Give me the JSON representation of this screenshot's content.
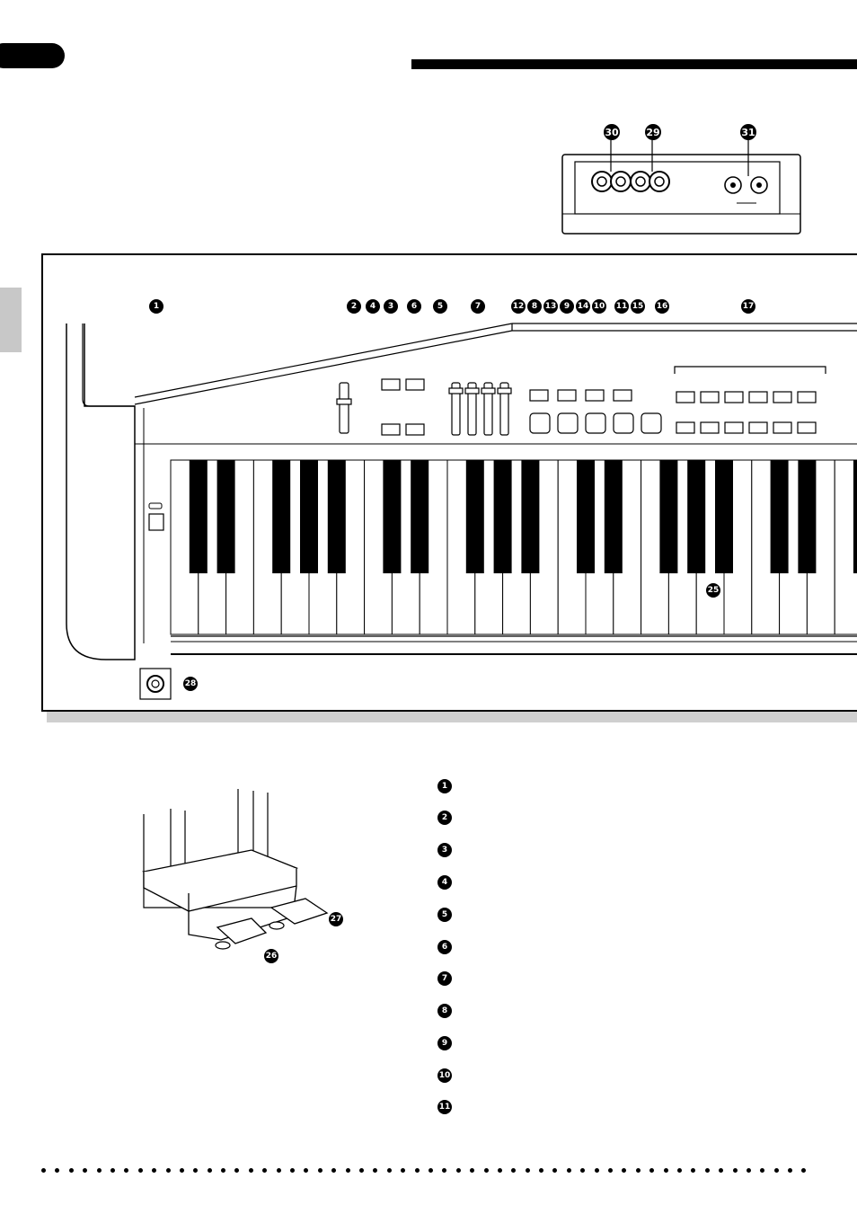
{
  "callouts": {
    "rear_panel": [
      "30",
      "29",
      "31"
    ],
    "keyboard_top": [
      "1",
      "2",
      "3",
      "4",
      "5",
      "6",
      "7",
      "12",
      "8",
      "13",
      "9",
      "14",
      "10",
      "11",
      "15",
      "16",
      "17"
    ],
    "keyboard_inner": [
      "25",
      "28"
    ],
    "pedals": [
      "26",
      "27"
    ]
  },
  "legend": [
    "1",
    "2",
    "3",
    "4",
    "5",
    "6",
    "7",
    "8",
    "9",
    "10",
    "11"
  ],
  "colors": {
    "ink": "#000000",
    "tab_gray": "#c8c8c8",
    "shadow_gray": "#cfcfcf"
  }
}
